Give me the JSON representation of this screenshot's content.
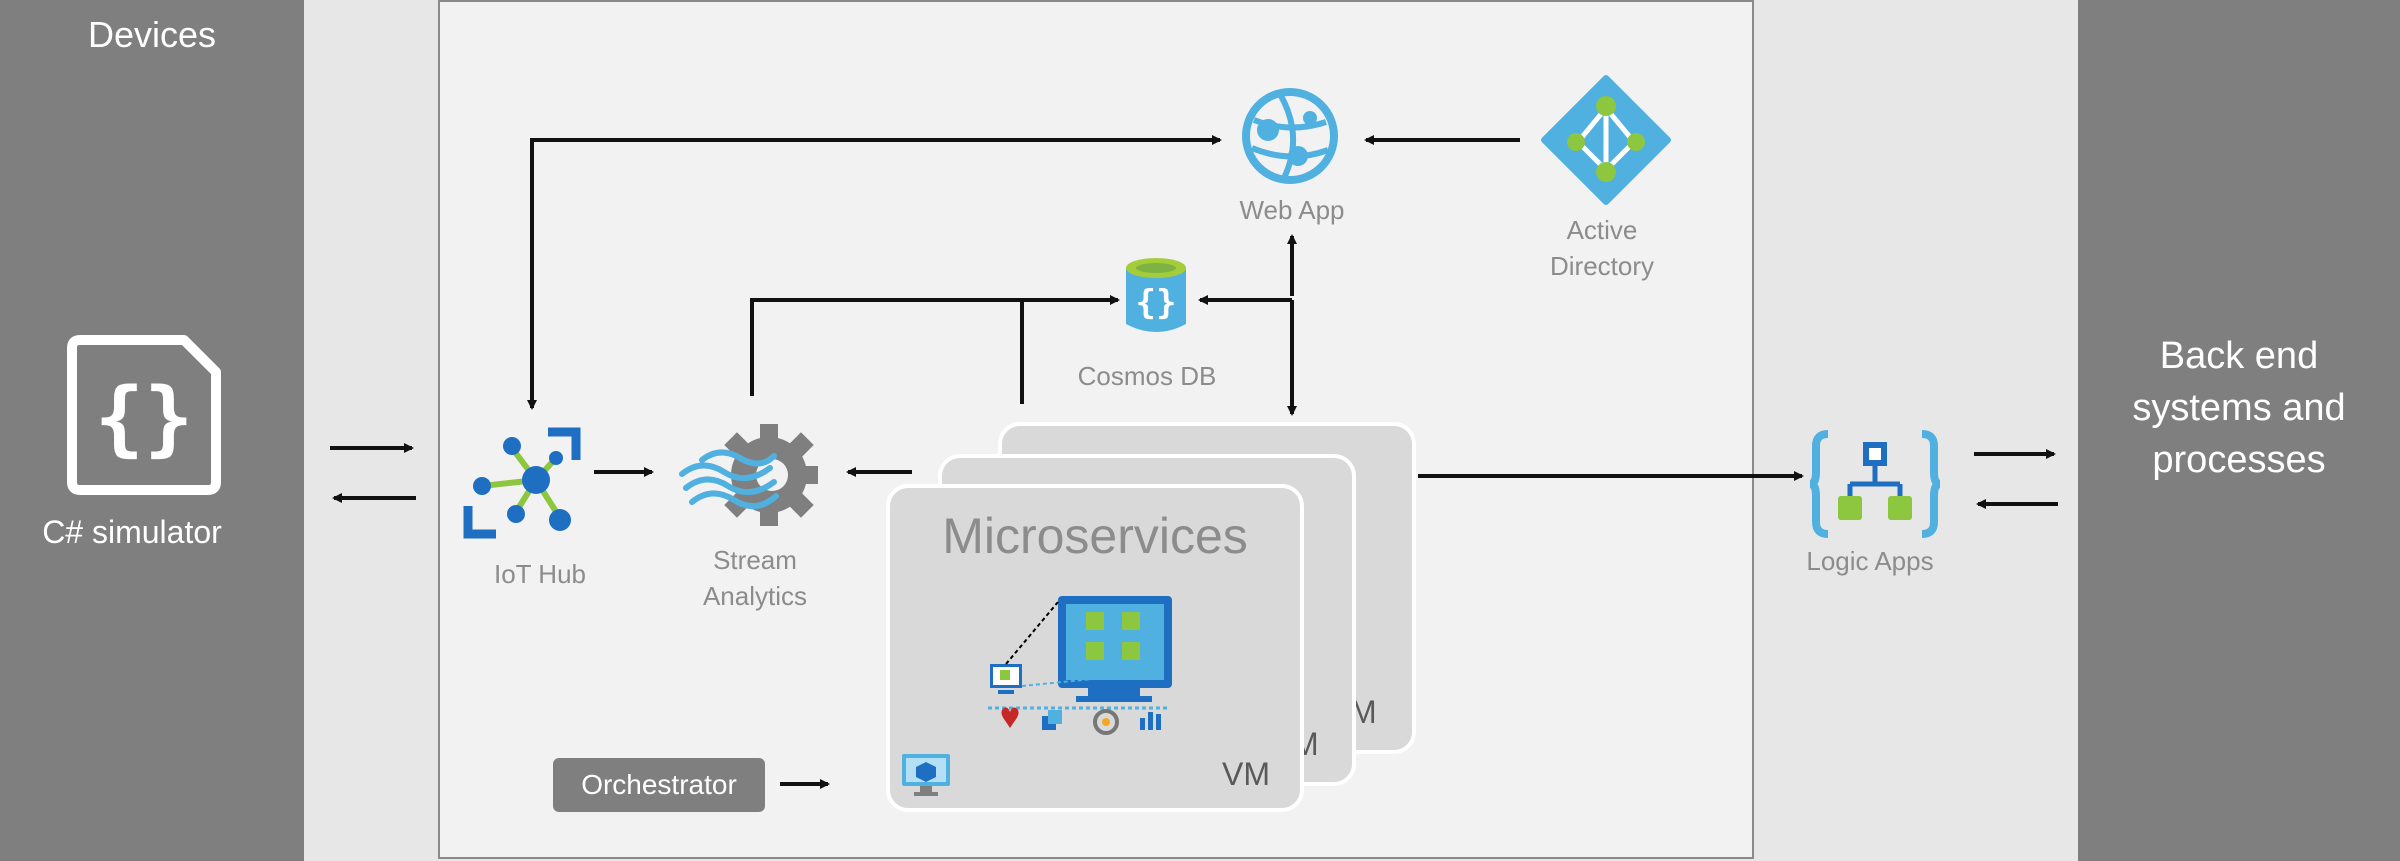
{
  "devices": {
    "title": "Devices",
    "simulator_label": "C# simulator"
  },
  "backend": {
    "label": "Back end\nsystems and\nprocesses"
  },
  "services": {
    "web_app": "Web App",
    "active_directory": "Active\nDirectory",
    "cosmos_db": "Cosmos DB",
    "iot_hub": "IoT Hub",
    "stream_analytics": "Stream\nAnalytics",
    "logic_apps": "Logic Apps"
  },
  "microservices": {
    "title": "Microservices",
    "vm_labels": [
      "M",
      "M",
      "VM"
    ]
  },
  "orchestrator": {
    "label": "Orchestrator"
  },
  "colors": {
    "dark_panel": "#7f7f7f",
    "azure_blue": "#50b0e0",
    "green": "#8dc63f",
    "arrow": "#111111"
  }
}
